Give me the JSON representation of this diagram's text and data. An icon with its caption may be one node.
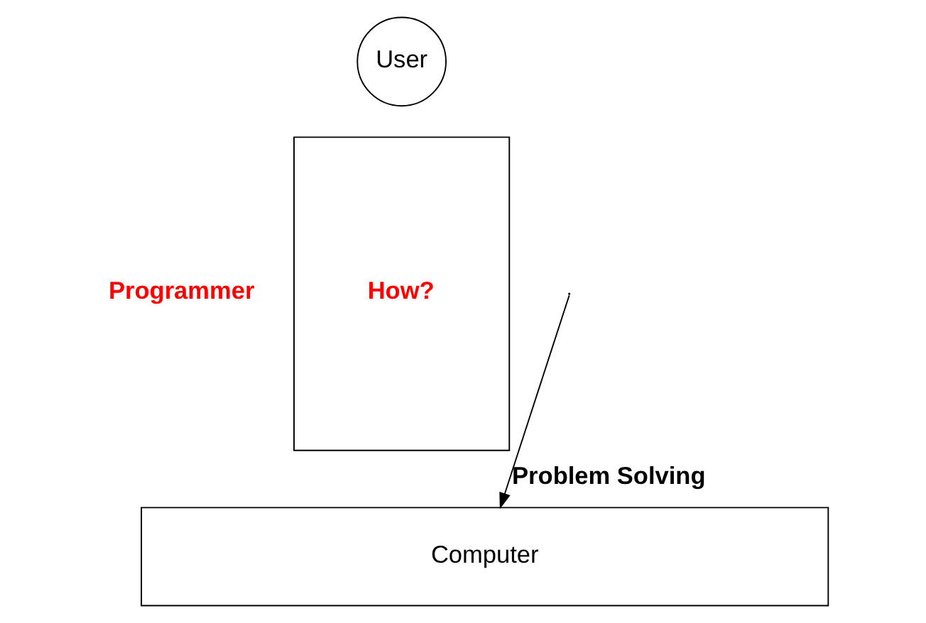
{
  "diagram": {
    "nodes": [
      {
        "text": [
          "User"
        ]
      },
      {
        "text": [
          "How?"
        ],
        "beside": [
          "Programmer"
        ]
      },
      {
        "text": [
          "Computer"
        ]
      }
    ],
    "edges": [
      {
        "from": null,
        "to": 2,
        "arrow": "to",
        "label": "Problem Solving"
      }
    ]
  }
}
